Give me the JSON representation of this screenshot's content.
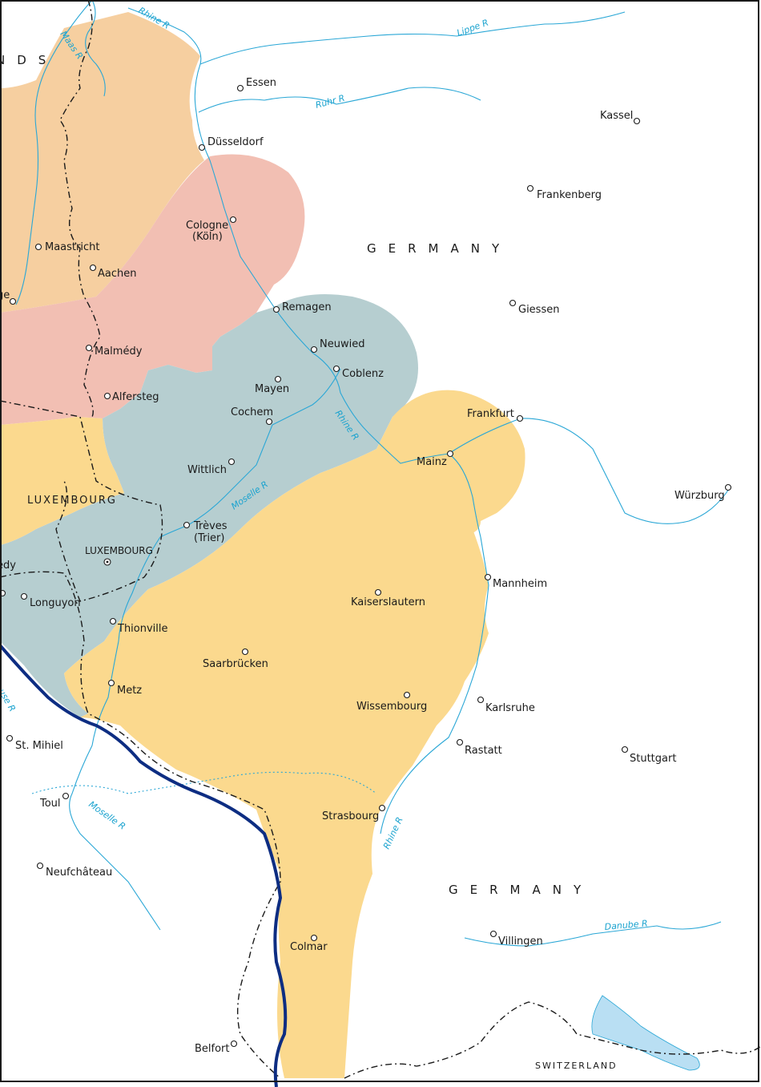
{
  "colors": {
    "zone_orange": "#f6cfa0",
    "zone_pink": "#f2bfb3",
    "zone_gray": "#b6ced0",
    "zone_yellow": "#fbd98e",
    "river": "#2aa7d6",
    "line_blue": "#0d2d82",
    "lake": "#b9dff3",
    "frame": "#1a1a1a"
  },
  "countries": {
    "netherlands_partial": "NDS",
    "germany_north": "GERMANY",
    "germany_south": "GERMANY",
    "luxembourg": "LUXEMBOURG",
    "switzerland": "SWITZERLAND"
  },
  "rivers": {
    "rhine_north": "Rhine R",
    "maas": "Maas R",
    "lippe": "Lippe R",
    "ruhr": "Ruhr R",
    "rhine_mid": "Rhine R",
    "moselle_mid": "Moselle R",
    "meuse_partial": "use R",
    "moselle_south": "Moselle R",
    "rhine_south": "Rhine R",
    "danube": "Danube R"
  },
  "cities": {
    "essen": "Essen",
    "dusseldorf": "Düsseldorf",
    "kassel": "Kassel",
    "frankenberg": "Frankenberg",
    "cologne": "Cologne",
    "koln": "(Köln)",
    "maastricht": "Maastricht",
    "aachen": "Aachen",
    "liege_partial": "ge",
    "remagen": "Remagen",
    "giessen": "Giessen",
    "malmedy": "Malmédy",
    "neuwied": "Neuwied",
    "mayen": "Mayen",
    "coblenz": "Coblenz",
    "alfersteg": "Alfersteg",
    "cochem": "Cochem",
    "frankfurt": "Frankfurt",
    "mainz": "Mainz",
    "wittlich": "Wittlich",
    "wurzburg": "Würzburg",
    "treves": "Trèves",
    "trier": "(Trier)",
    "luxembourg_city": "LUXEMBOURG",
    "malmedy_partial": "édy",
    "longuyon": "Longuyon",
    "mannheim": "Mannheim",
    "kaiserslautern": "Kaiserslautern",
    "thionville": "Thionville",
    "saarbrucken": "Saarbrücken",
    "metz": "Metz",
    "wissembourg": "Wissembourg",
    "karlsruhe": "Karlsruhe",
    "st_mihiel": "St. Mihiel",
    "rastatt": "Rastatt",
    "stuttgart": "Stuttgart",
    "toul": "Toul",
    "strasbourg": "Strasbourg",
    "neufchateau": "Neufchâteau",
    "colmar": "Colmar",
    "villingen": "Villingen",
    "belfort": "Belfort"
  }
}
